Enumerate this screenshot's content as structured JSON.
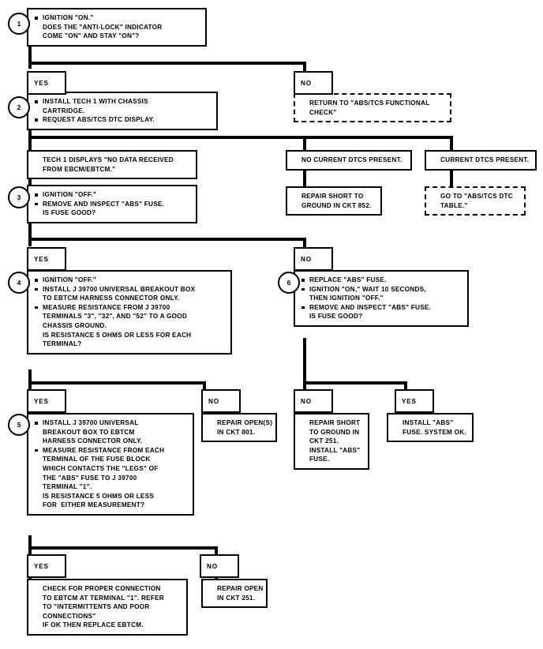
{
  "document": {
    "kind": "diagnostic-flowchart",
    "subject": "ABS/TCS No Data Received From EBCM/EBTCM"
  },
  "labels": {
    "yes": "YES",
    "no": "NO"
  },
  "steps": {
    "s1": "1",
    "s2": "2",
    "s3": "3",
    "s4": "4",
    "s5": "5",
    "s6": "6"
  },
  "boxes": {
    "step1": {
      "name": "step-1-box",
      "lines": [
        {
          "bullet": true,
          "text": "IGNITION \"ON.\""
        },
        {
          "bullet": false,
          "text": "DOES THE \"ANTI-LOCK\" INDICATOR"
        },
        {
          "bullet": false,
          "text": "COME \"ON\" AND STAY \"ON\"?"
        }
      ]
    },
    "return_functional_check": {
      "name": "return-abs-tcs-functional-check-box",
      "dashed": true,
      "lines": [
        {
          "bullet": false,
          "text": "RETURN TO \"ABS/TCS FUNCTIONAL"
        },
        {
          "bullet": false,
          "text": "CHECK\""
        }
      ]
    },
    "step2": {
      "name": "step-2-box",
      "lines": [
        {
          "bullet": true,
          "text": "INSTALL TECH 1 WITH CHASSIS"
        },
        {
          "bullet": false,
          "text": "CARTRIDGE."
        },
        {
          "bullet": true,
          "text": "REQUEST ABS/TCS DTC DISPLAY."
        }
      ]
    },
    "tech1_displays": {
      "name": "tech-1-displays-no-data-box",
      "lines": [
        {
          "bullet": false,
          "text": "TECH 1 DISPLAYS \"NO DATA RECEIVED"
        },
        {
          "bullet": false,
          "text": "FROM EBCM/EBTCM.\""
        }
      ]
    },
    "no_current_dtcs": {
      "name": "no-current-dtcs-present-box",
      "lines": [
        {
          "bullet": false,
          "text": "NO CURRENT DTCs PRESENT."
        }
      ]
    },
    "current_dtcs": {
      "name": "current-dtcs-present-box",
      "lines": [
        {
          "bullet": false,
          "text": "CURRENT DTCs PRESENT."
        }
      ]
    },
    "step3": {
      "name": "step-3-box",
      "lines": [
        {
          "bullet": true,
          "text": "IGNITION \"OFF.\""
        },
        {
          "bullet": true,
          "text": "REMOVE AND INSPECT \"ABS\" FUSE."
        },
        {
          "bullet": false,
          "text": "IS FUSE GOOD?"
        }
      ]
    },
    "repair_short_852": {
      "name": "repair-short-ckt-852-box",
      "lines": [
        {
          "bullet": false,
          "text": "REPAIR SHORT TO"
        },
        {
          "bullet": false,
          "text": "GROUND IN CKT 852."
        }
      ]
    },
    "goto_dtc_table": {
      "name": "go-to-abs-tcs-dtc-table-box",
      "dashed": true,
      "lines": [
        {
          "bullet": false,
          "text": "GO TO \"ABS/TCS DTC"
        },
        {
          "bullet": false,
          "text": "TABLE.\""
        }
      ]
    },
    "step4": {
      "name": "step-4-box",
      "lines": [
        {
          "bullet": true,
          "text": "IGNITION \"OFF.\""
        },
        {
          "bullet": true,
          "text": "INSTALL J 39700 UNIVERSAL BREAKOUT BOX"
        },
        {
          "bullet": false,
          "text": "TO EBTCM HARNESS CONNECTOR ONLY."
        },
        {
          "bullet": true,
          "text": "MEASURE RESISTANCE FROM J 39700"
        },
        {
          "bullet": false,
          "text": "TERMINALS \"3\", \"32\", AND \"52\" TO A GOOD"
        },
        {
          "bullet": false,
          "text": "CHASSIS GROUND."
        },
        {
          "bullet": false,
          "text": "IS RESISTANCE 5 OHMS OR LESS FOR EACH"
        },
        {
          "bullet": false,
          "text": "TERMINAL?"
        }
      ]
    },
    "step6": {
      "name": "step-6-box",
      "lines": [
        {
          "bullet": true,
          "text": "REPLACE \"ABS\" FUSE."
        },
        {
          "bullet": true,
          "text": "IGNITION \"ON,\" WAIT 10 SECONDS,"
        },
        {
          "bullet": false,
          "text": "THEN IGNITION \"OFF.\""
        },
        {
          "bullet": true,
          "text": "REMOVE AND INSPECT \"ABS\" FUSE."
        },
        {
          "bullet": false,
          "text": "IS FUSE GOOD?"
        }
      ]
    },
    "repair_opens_801": {
      "name": "repair-opens-ckt-801-box",
      "lines": [
        {
          "bullet": false,
          "text": "REPAIR OPEN(S)"
        },
        {
          "bullet": false,
          "text": "IN CKT 801."
        }
      ]
    },
    "repair_short_251": {
      "name": "repair-short-ckt-251-box",
      "lines": [
        {
          "bullet": false,
          "text": "REPAIR SHORT"
        },
        {
          "bullet": false,
          "text": "TO GROUND IN"
        },
        {
          "bullet": false,
          "text": "CKT 251."
        },
        {
          "bullet": false,
          "text": "INSTALL \"ABS\""
        },
        {
          "bullet": false,
          "text": "FUSE."
        }
      ]
    },
    "install_abs_fuse_ok": {
      "name": "install-abs-fuse-system-ok-box",
      "lines": [
        {
          "bullet": false,
          "text": "INSTALL \"ABS\""
        },
        {
          "bullet": false,
          "text": "FUSE. SYSTEM OK."
        }
      ]
    },
    "step5": {
      "name": "step-5-box",
      "lines": [
        {
          "bullet": true,
          "text": "INSTALL J 39700 UNIVERSAL"
        },
        {
          "bullet": false,
          "text": "BREAKOUT BOX TO EBTCM"
        },
        {
          "bullet": false,
          "text": "HARNESS CONNECTOR ONLY."
        },
        {
          "bullet": true,
          "text": "MEASURE RESISTANCE FROM EACH"
        },
        {
          "bullet": false,
          "text": "TERMINAL OF THE FUSE BLOCK"
        },
        {
          "bullet": false,
          "text": "WHICH CONTACTS THE \"LEGS\" OF"
        },
        {
          "bullet": false,
          "text": "THE \"ABS\" FUSE TO J 39700"
        },
        {
          "bullet": false,
          "text": "TERMINAL \"1\"."
        },
        {
          "bullet": false,
          "text": "IS RESISTANCE 5 OHMS OR LESS"
        },
        {
          "bullet": false,
          "text": "FOR  EITHER MEASUREMENT?"
        }
      ]
    },
    "check_connection": {
      "name": "check-proper-connection-box",
      "lines": [
        {
          "bullet": false,
          "text": "CHECK FOR PROPER CONNECTION"
        },
        {
          "bullet": false,
          "text": "TO EBTCM AT TERMINAL \"1\". REFER"
        },
        {
          "bullet": false,
          "text": "TO \"INTERMITTENTS AND POOR"
        },
        {
          "bullet": false,
          "text": "CONNECTIONS\""
        },
        {
          "bullet": false,
          "text": "IF OK THEN REPLACE EBTCM."
        }
      ]
    },
    "repair_open_251": {
      "name": "repair-open-ckt-251-box",
      "lines": [
        {
          "bullet": false,
          "text": "REPAIR OPEN"
        },
        {
          "bullet": false,
          "text": "IN CKT 251."
        }
      ]
    }
  }
}
